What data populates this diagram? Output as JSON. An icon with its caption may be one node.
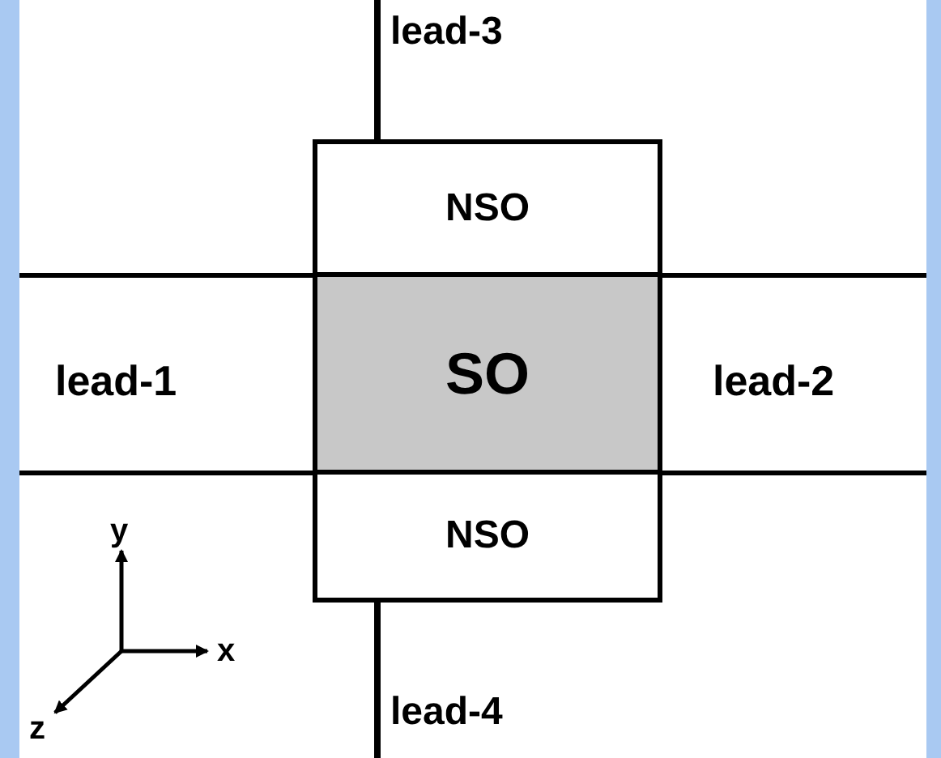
{
  "diagram": {
    "nodes": [
      {
        "text": [
          "NSO"
        ]
      },
      {
        "text": [
          "SO"
        ]
      },
      {
        "text": [
          "NSO"
        ]
      }
    ],
    "labels": [
      "lead-3",
      "lead-1",
      "lead-2",
      "lead-4",
      "y",
      "x",
      "z"
    ]
  }
}
